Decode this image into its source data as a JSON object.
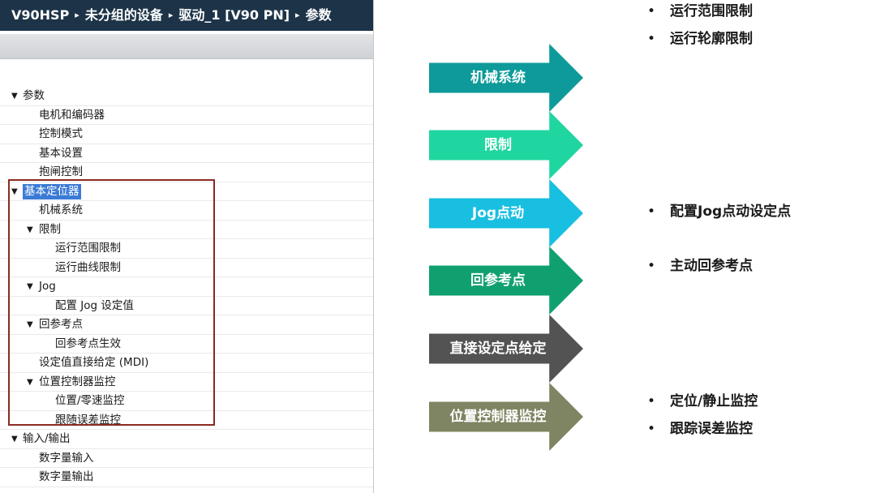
{
  "breadcrumb": {
    "items": [
      "V90HSP",
      "未分组的设备",
      "驱动_1 [V90 PN]",
      "参数"
    ],
    "separator": "▸"
  },
  "tree": {
    "rows": [
      {
        "label": "参数",
        "level": 0,
        "expander": "▼"
      },
      {
        "label": "电机和编码器",
        "level": 1
      },
      {
        "label": "控制模式",
        "level": 1
      },
      {
        "label": "基本设置",
        "level": 1
      },
      {
        "label": "抱闸控制",
        "level": 1
      },
      {
        "label": "基本定位器",
        "level": 0,
        "expander": "▼",
        "selected": true
      },
      {
        "label": "机械系统",
        "level": 1
      },
      {
        "label": "限制",
        "level": 1,
        "expander": "▼"
      },
      {
        "label": "运行范围限制",
        "level": 2
      },
      {
        "label": "运行曲线限制",
        "level": 2
      },
      {
        "label": "Jog",
        "level": 1,
        "expander": "▼"
      },
      {
        "label": "配置 Jog 设定值",
        "level": 2
      },
      {
        "label": "回参考点",
        "level": 1,
        "expander": "▼"
      },
      {
        "label": "回参考点生效",
        "level": 2
      },
      {
        "label": "设定值直接给定 (MDI)",
        "level": 1
      },
      {
        "label": "位置控制器监控",
        "level": 1,
        "expander": "▼"
      },
      {
        "label": "位置/零速监控",
        "level": 2
      },
      {
        "label": "跟随误差监控",
        "level": 2
      },
      {
        "label": "输入/输出",
        "level": 0,
        "expander": "▼"
      },
      {
        "label": "数字量输入",
        "level": 1
      },
      {
        "label": "数字量输出",
        "level": 1
      }
    ]
  },
  "flow": {
    "steps": [
      {
        "label": "机械系统",
        "color": "#0e9a9a",
        "bullets": []
      },
      {
        "label": "限制",
        "color": "#20d6a0",
        "bullets": [
          "运行范围限制",
          "运行轮廓限制"
        ]
      },
      {
        "label": "Jog点动",
        "color": "#18bfe0",
        "bullets": [
          "配置Jog点动设定点"
        ]
      },
      {
        "label": "回参考点",
        "color": "#10a070",
        "bullets": [
          "主动回参考点"
        ]
      },
      {
        "label": "直接设定点给定",
        "color": "#535353",
        "bullets": []
      },
      {
        "label": "位置控制器监控",
        "color": "#7f8562",
        "bullets": [
          "定位/静止监控",
          "跟踪误差监控"
        ]
      }
    ]
  },
  "colors": {
    "titlebar": "#1d3448",
    "selection": "#3b7bd6",
    "highlight_box": "#8a2a22"
  }
}
